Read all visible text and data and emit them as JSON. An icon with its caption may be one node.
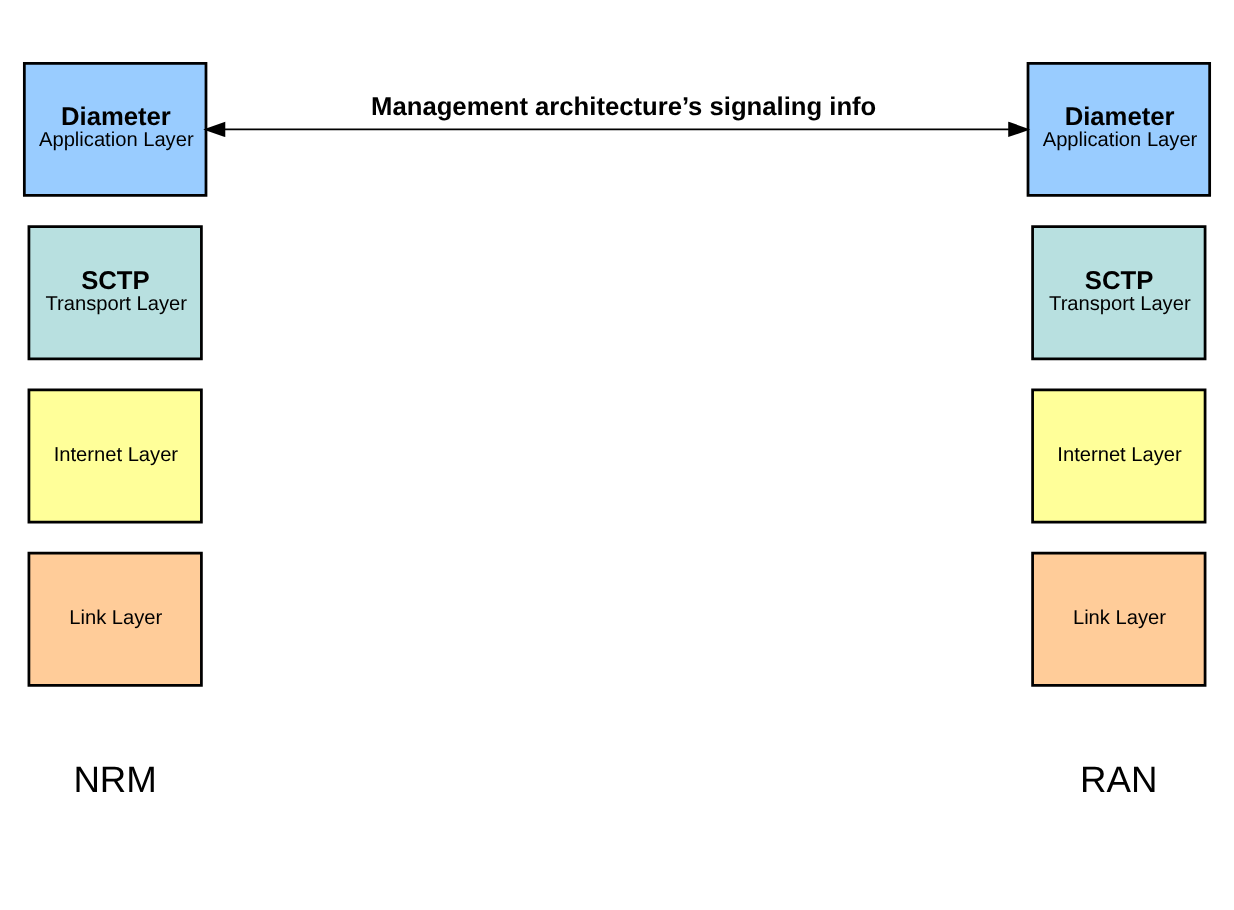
{
  "diagram": {
    "nodes": [
      {
        "text": [
          "Diameter",
          "Application Layer"
        ]
      },
      {
        "text": [
          "SCTP",
          "Transport Layer"
        ]
      },
      {
        "text": [
          "Internet Layer"
        ]
      },
      {
        "text": [
          "Link Layer"
        ]
      },
      {
        "text": [
          "Diameter",
          "Application Layer"
        ]
      },
      {
        "text": [
          "SCTP",
          "Transport Layer"
        ]
      },
      {
        "text": [
          "Internet Layer"
        ]
      },
      {
        "text": [
          "Link Layer"
        ]
      }
    ],
    "edges": [
      {
        "from": 0,
        "to": 4,
        "arrow": "both",
        "label": "Management architecture’s signaling info"
      }
    ],
    "labels": [
      "NRM",
      "RAN"
    ]
  }
}
